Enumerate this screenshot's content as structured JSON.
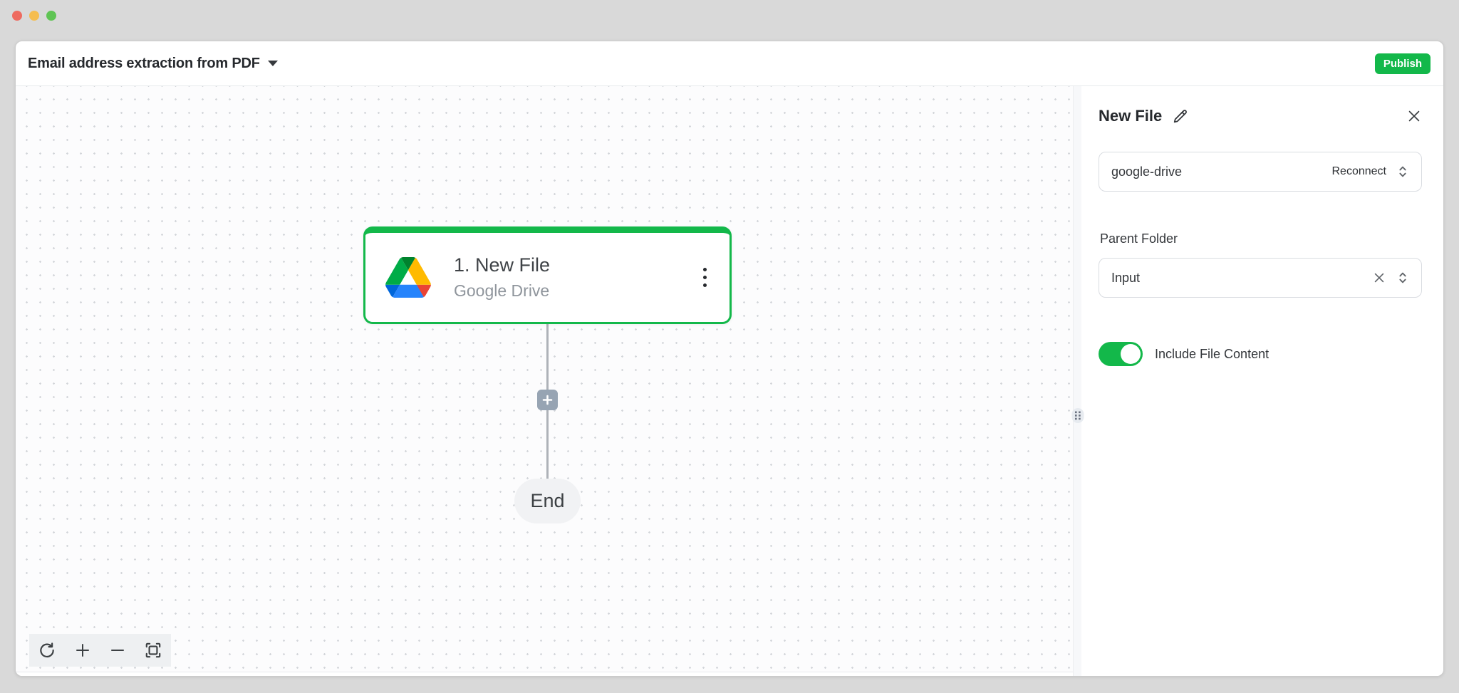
{
  "window": {
    "traffic_lights": [
      "close",
      "minimize",
      "zoom"
    ]
  },
  "header": {
    "title": "Email address extraction from PDF",
    "publish_label": "Publish"
  },
  "canvas": {
    "node": {
      "title": "1. New File",
      "subtitle": "Google Drive",
      "icon": "google-drive-icon"
    },
    "end_label": "End",
    "controls": [
      "refresh",
      "zoom-in",
      "zoom-out",
      "fit-view"
    ]
  },
  "panel": {
    "title": "New File",
    "connection": {
      "value": "google-drive",
      "action": "Reconnect"
    },
    "parent_folder": {
      "label": "Parent Folder",
      "value": "Input"
    },
    "include_file_content": {
      "label": "Include File Content",
      "on": true
    }
  },
  "colors": {
    "accent_green": "#13b84a"
  }
}
